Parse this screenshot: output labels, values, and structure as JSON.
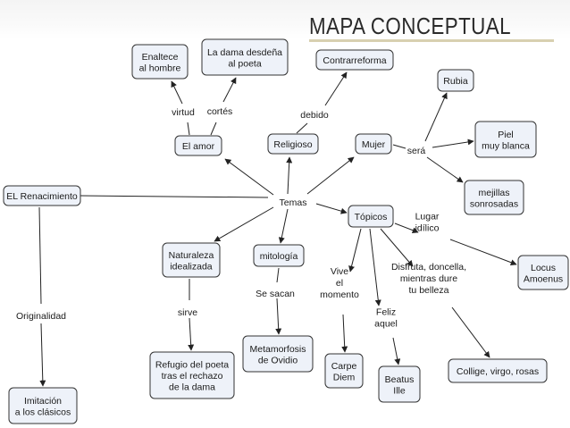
{
  "header": {
    "title": "MAPA CONCEPTUAL"
  },
  "nodes": {
    "renacimiento": [
      "EL Renacimiento"
    ],
    "temas": [
      "Temas"
    ],
    "amor": [
      "El amor"
    ],
    "enaltece": [
      "Enaltece",
      "al hombre"
    ],
    "dama_desdena": [
      "La dama desdeña",
      "al poeta"
    ],
    "religioso": [
      "Religioso"
    ],
    "contrarreforma": [
      "Contrarreforma"
    ],
    "mujer": [
      "Mujer"
    ],
    "rubia": [
      "Rubia"
    ],
    "piel": [
      "Piel",
      "muy blanca"
    ],
    "mejillas": [
      "mejillas",
      "sonrosadas"
    ],
    "topicos": [
      "Tópicos"
    ],
    "naturaleza": [
      "Naturaleza",
      "idealizada"
    ],
    "mitologia": [
      "mitología"
    ],
    "refugio": [
      "Refugio del poeta",
      "tras el rechazo",
      "de la dama"
    ],
    "metamorfosis": [
      "Metamorfosis",
      "de Ovidio"
    ],
    "carpe": [
      "Carpe",
      "Diem"
    ],
    "beatus": [
      "Beatus",
      "Ille"
    ],
    "locus": [
      "Locus",
      "Amoenus"
    ],
    "collige": [
      "Collige, virgo, rosas"
    ],
    "imitacion": [
      "Imitación",
      "a los clásicos"
    ]
  },
  "labels": {
    "virtud": [
      "virtud"
    ],
    "cortes": [
      "cortés"
    ],
    "debido": [
      "debido"
    ],
    "sera": [
      "será"
    ],
    "originalidad": [
      "Originalidad"
    ],
    "sirve": [
      "sirve"
    ],
    "se_sacan": [
      "Se sacan"
    ],
    "vive": [
      "Vive",
      "el",
      "momento"
    ],
    "feliz": [
      "Feliz",
      "aquel"
    ],
    "disfruta": [
      "Disfruta, doncella,",
      "mientras dure",
      "tu belleza"
    ],
    "lugar": [
      "Lugar",
      "idílico"
    ]
  }
}
